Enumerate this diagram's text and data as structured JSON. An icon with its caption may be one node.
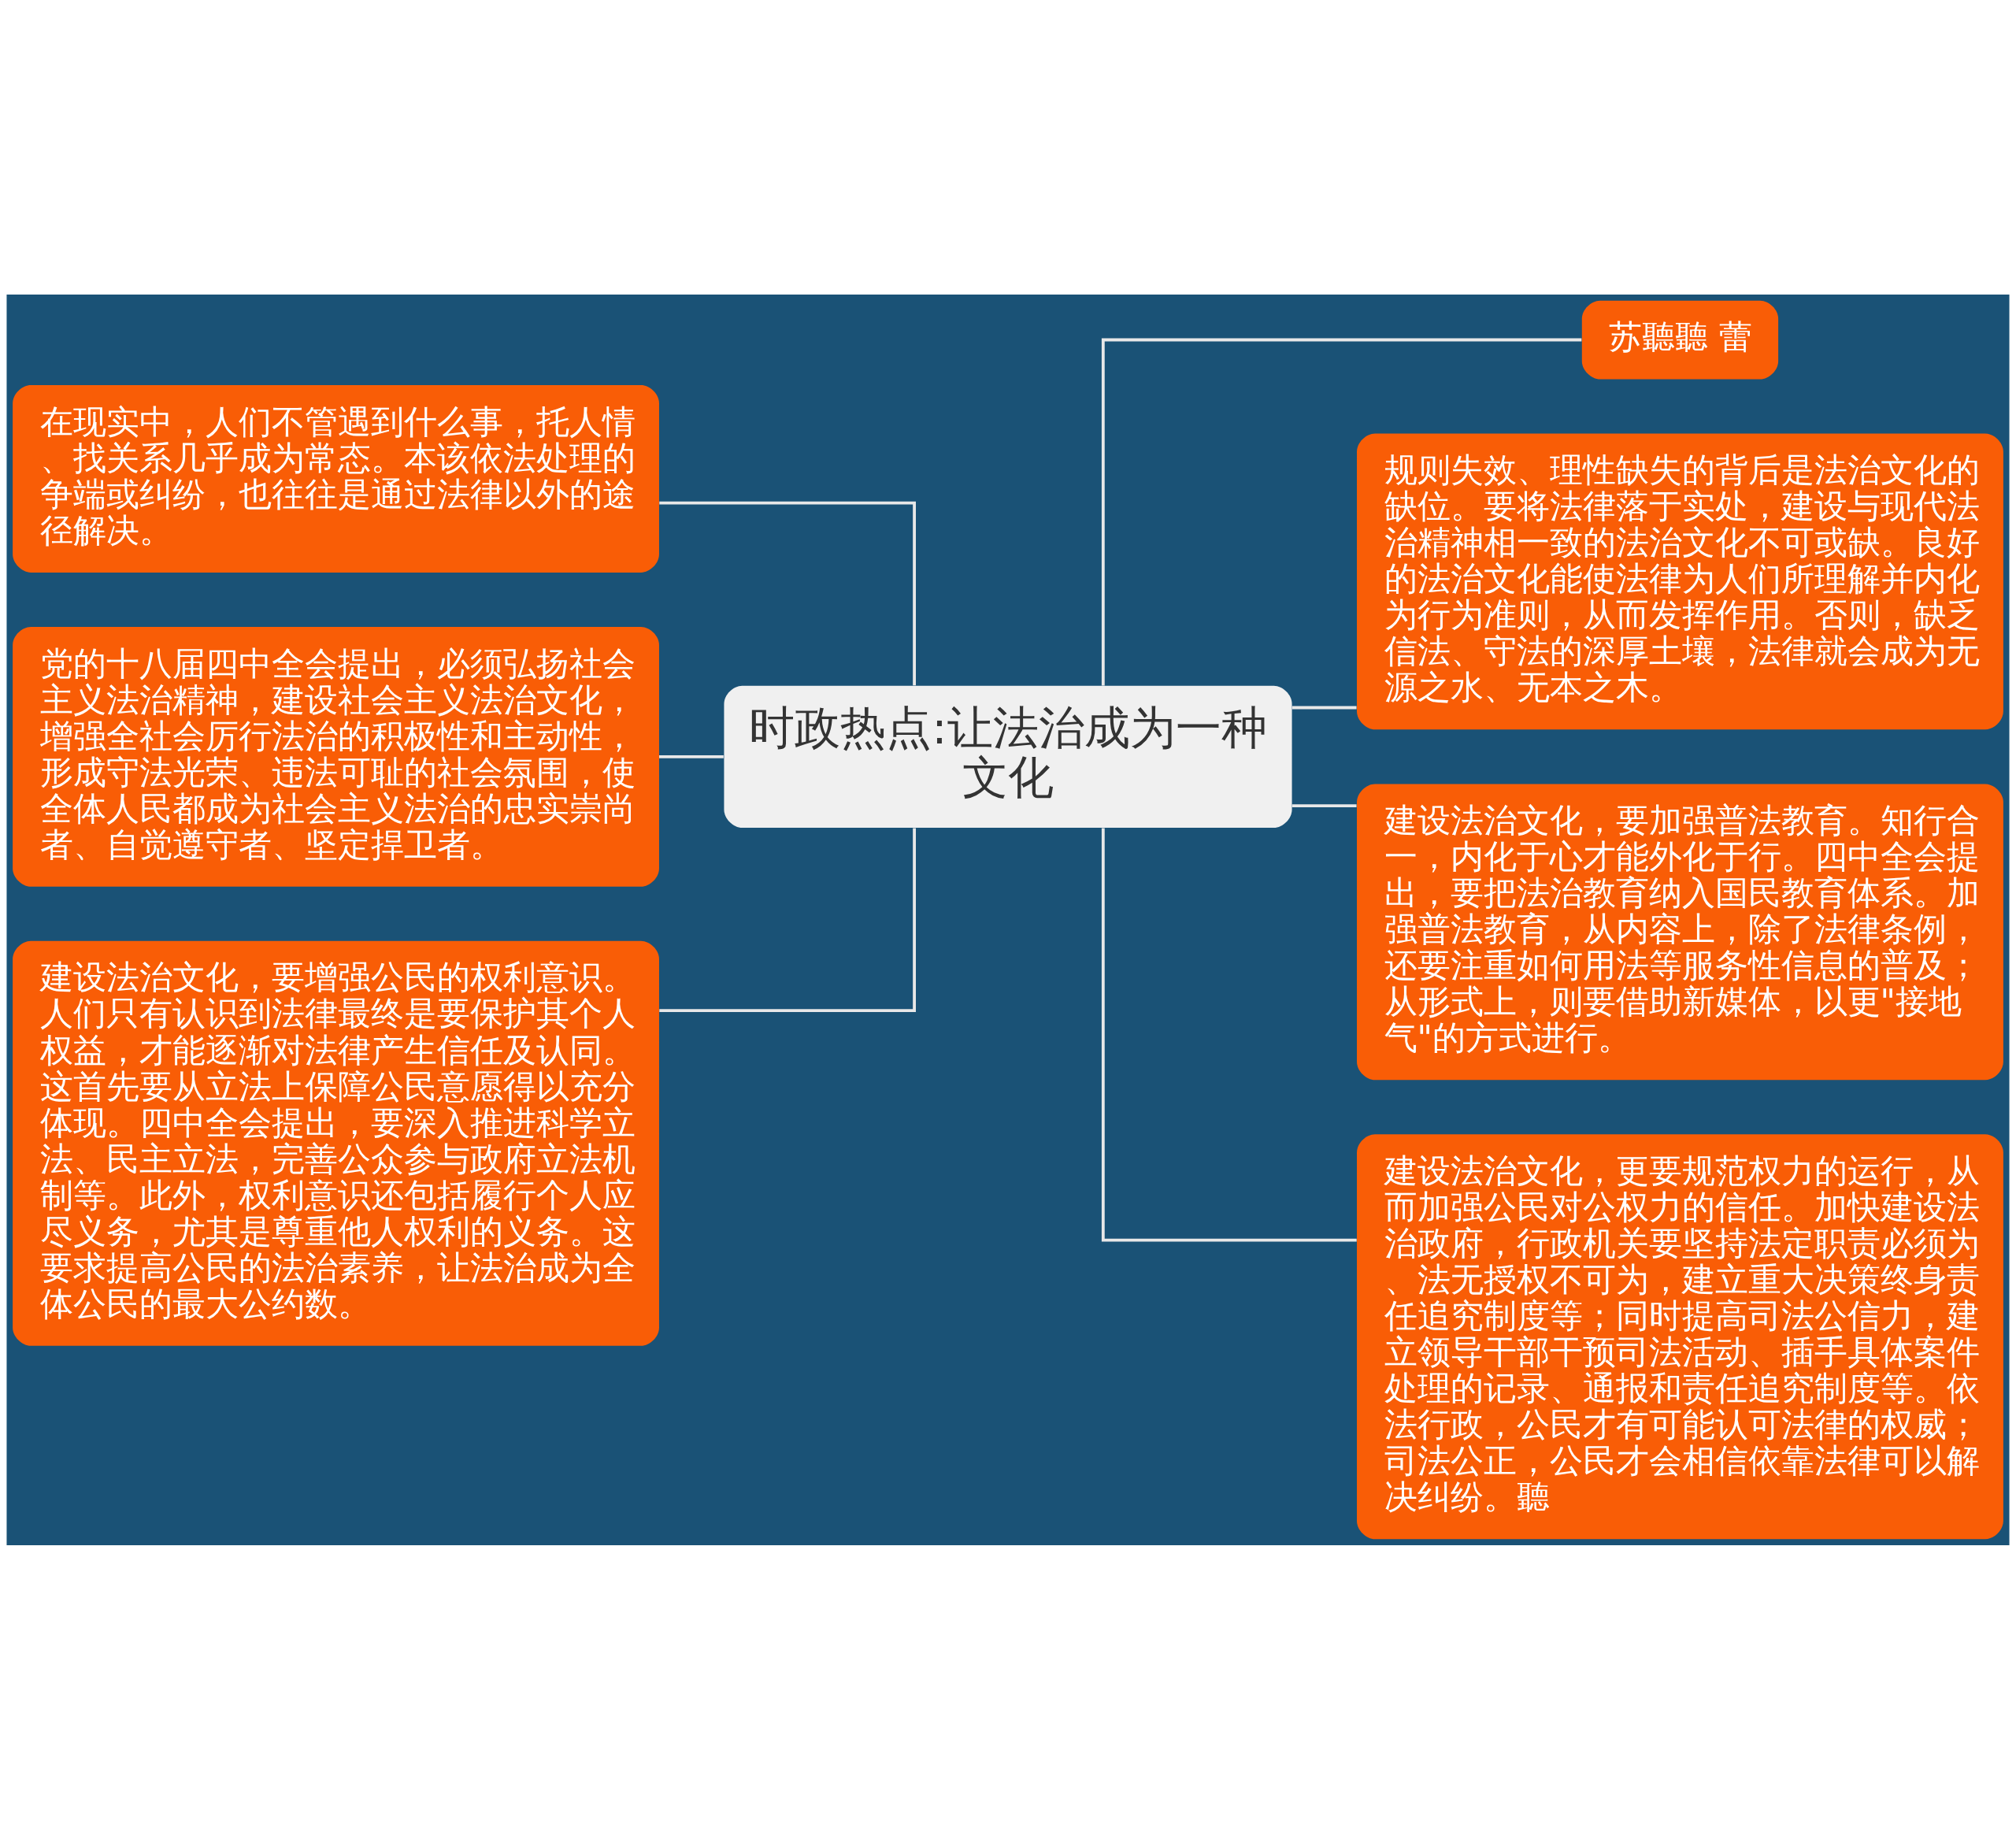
{
  "diagram": {
    "nodes": [
      {
        "text": [
          "时政热点:让法治成为一种文化"
        ]
      },
      {
        "text": [
          "在现实中，人们不管遇到什么事，托人情、找关系几乎成为常态。本该依法处理的争端或纠纷，也往往是通过法律以外的途径解决。"
        ]
      },
      {
        "text": [
          "党的十八届四中全会提出，必须弘扬社会主义法治精神，建设社会主义法治文化，增强全社会厉行法治的积极性和主动性，形成守法光荣、违法可耻的社会氛围，使全体人民都成为社会主义法治的忠实崇尚者、自觉遵守者、坚定捍卫者。"
        ]
      },
      {
        "text": [
          "建设法治文化，要增强公民的权利意识。人们只有认识到法律最终是要保护其个人权益，才能逐渐对法律产生信任及认同。这首先要从立法上保障公民意愿得以充分体现。四中全会提出，要深入推进科学立法、民主立法，完善公众参与政府立法机制等。此外，权利意识还包括履行个人应尽义务，尤其是尊重他人权利的义务。这要求提高公民的法治素养，让法治成为全体公民的最大公约数。"
        ]
      },
      {
        "text": [
          "苏聽聽 蕾"
        ]
      },
      {
        "text": [
          "规则失效、理性缺失的背后是法治文化的缺位。要将法律落于实处，建设与现代法治精神相一致的法治文化不可或缺。良好的法治文化能使法律为人们所理解并内化为行为准则，从而发挥作用。否则，缺乏信法、守法的深厚土壤，法律就会成为无源之水、无本之木。"
        ]
      },
      {
        "text": [
          "建设法治文化，要加强普法教育。知行合一，内化于心才能外化于行。四中全会提出，要把法治教育纳入国民教育体系。加强普法教育，从内容上，除了法律条例，还要注重如何用法等服务性信息的普及；从形式上，则要借助新媒体，以更\"接地气\"的方式进行。"
        ]
      },
      {
        "text": [
          "建设法治文化，更要规范权力的运行，从而加强公民对公权力的信任。加快建设法治政府，行政机关要坚持法定职责必须为、法无授权不可为，建立重大决策终身责任追究制度等；同时提高司法公信力，建立领导干部干预司法活动、插手具体案件处理的记录、通报和责任追究制度等。依法行政，公民才有可能认可法律的权威；司法公正，公民才会相信依靠法律可以解决纠纷。聽"
        ]
      }
    ],
    "edges": [
      {
        "from": 1,
        "to": 0,
        "arrow": "none"
      },
      {
        "from": 2,
        "to": 0,
        "arrow": "none"
      },
      {
        "from": 3,
        "to": 0,
        "arrow": "none"
      },
      {
        "from": 0,
        "to": 4,
        "arrow": "none"
      },
      {
        "from": 0,
        "to": 5,
        "arrow": "none"
      },
      {
        "from": 0,
        "to": 6,
        "arrow": "none"
      },
      {
        "from": 0,
        "to": 7,
        "arrow": "none"
      }
    ]
  }
}
